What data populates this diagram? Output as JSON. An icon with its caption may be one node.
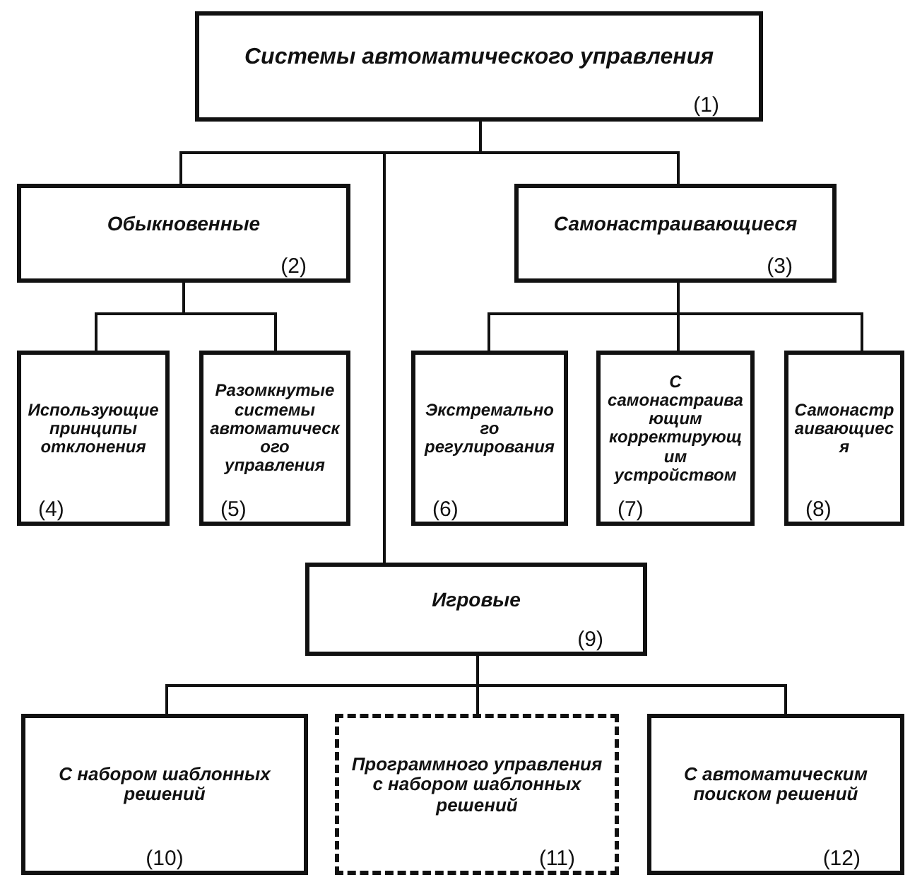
{
  "diagram": {
    "nodes": [
      {
        "text": [
          "Системы автоматического управления",
          "(1)"
        ]
      },
      {
        "text": [
          "Обыкновенные",
          "(2)"
        ]
      },
      {
        "text": [
          "Самонастраивающиеся",
          "(3)"
        ]
      },
      {
        "text": [
          "Использующие принципы отклонения",
          "(4)"
        ]
      },
      {
        "text": [
          "Разомкнутые системы автоматического управления",
          "(5)"
        ]
      },
      {
        "text": [
          "Экстремального регулирования",
          "(6)"
        ]
      },
      {
        "text": [
          "С самонастраивающим корректирующим устройством",
          "(7)"
        ]
      },
      {
        "text": [
          "Самонастраивающиеся",
          "(8)"
        ]
      },
      {
        "text": [
          "Игровые",
          "(9)"
        ]
      },
      {
        "text": [
          "С набором шаблонных решений",
          "(10)"
        ]
      },
      {
        "text": [
          "Программного управления с набором шаблонных решений",
          "(11)"
        ]
      },
      {
        "text": [
          "С автоматическим поиском решений",
          "(12)"
        ]
      }
    ],
    "edges": [
      {
        "from": 0,
        "to": 1,
        "arrow": "none"
      },
      {
        "from": 0,
        "to": 2,
        "arrow": "none"
      },
      {
        "from": 0,
        "to": 8,
        "arrow": "none"
      },
      {
        "from": 1,
        "to": 3,
        "arrow": "none"
      },
      {
        "from": 1,
        "to": 4,
        "arrow": "none"
      },
      {
        "from": 2,
        "to": 5,
        "arrow": "none"
      },
      {
        "from": 2,
        "to": 6,
        "arrow": "none"
      },
      {
        "from": 2,
        "to": 7,
        "arrow": "none"
      },
      {
        "from": 8,
        "to": 9,
        "arrow": "none"
      },
      {
        "from": 8,
        "to": 10,
        "arrow": "none"
      },
      {
        "from": 8,
        "to": 11,
        "arrow": "none"
      }
    ]
  }
}
